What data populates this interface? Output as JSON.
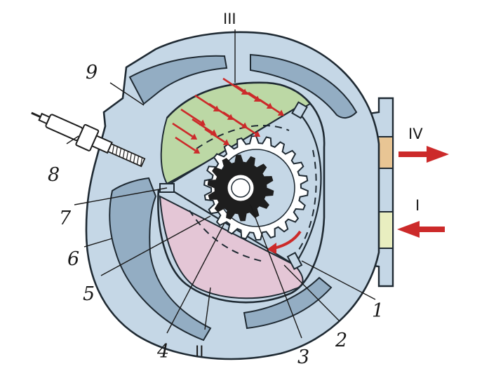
{
  "colors": {
    "housing": "#c5d7e6",
    "outline": "#1f2a33",
    "coolant": "#93adc3",
    "rotor": "#c5d7e6",
    "combustion": "#bcd8a5",
    "intake": "#e4c6d6",
    "exhaust_port": "#e8c594",
    "intake_port": "#e9eec0",
    "arrow": "#cc2a2a",
    "gear": "#1e1e1e"
  },
  "labels": {
    "n1": "1",
    "n2": "2",
    "n3": "3",
    "n4": "4",
    "n5": "5",
    "n6": "6",
    "n7": "7",
    "n8": "8",
    "n9": "9",
    "r1": "I",
    "r2": "II",
    "r3": "III",
    "r4": "IV"
  }
}
